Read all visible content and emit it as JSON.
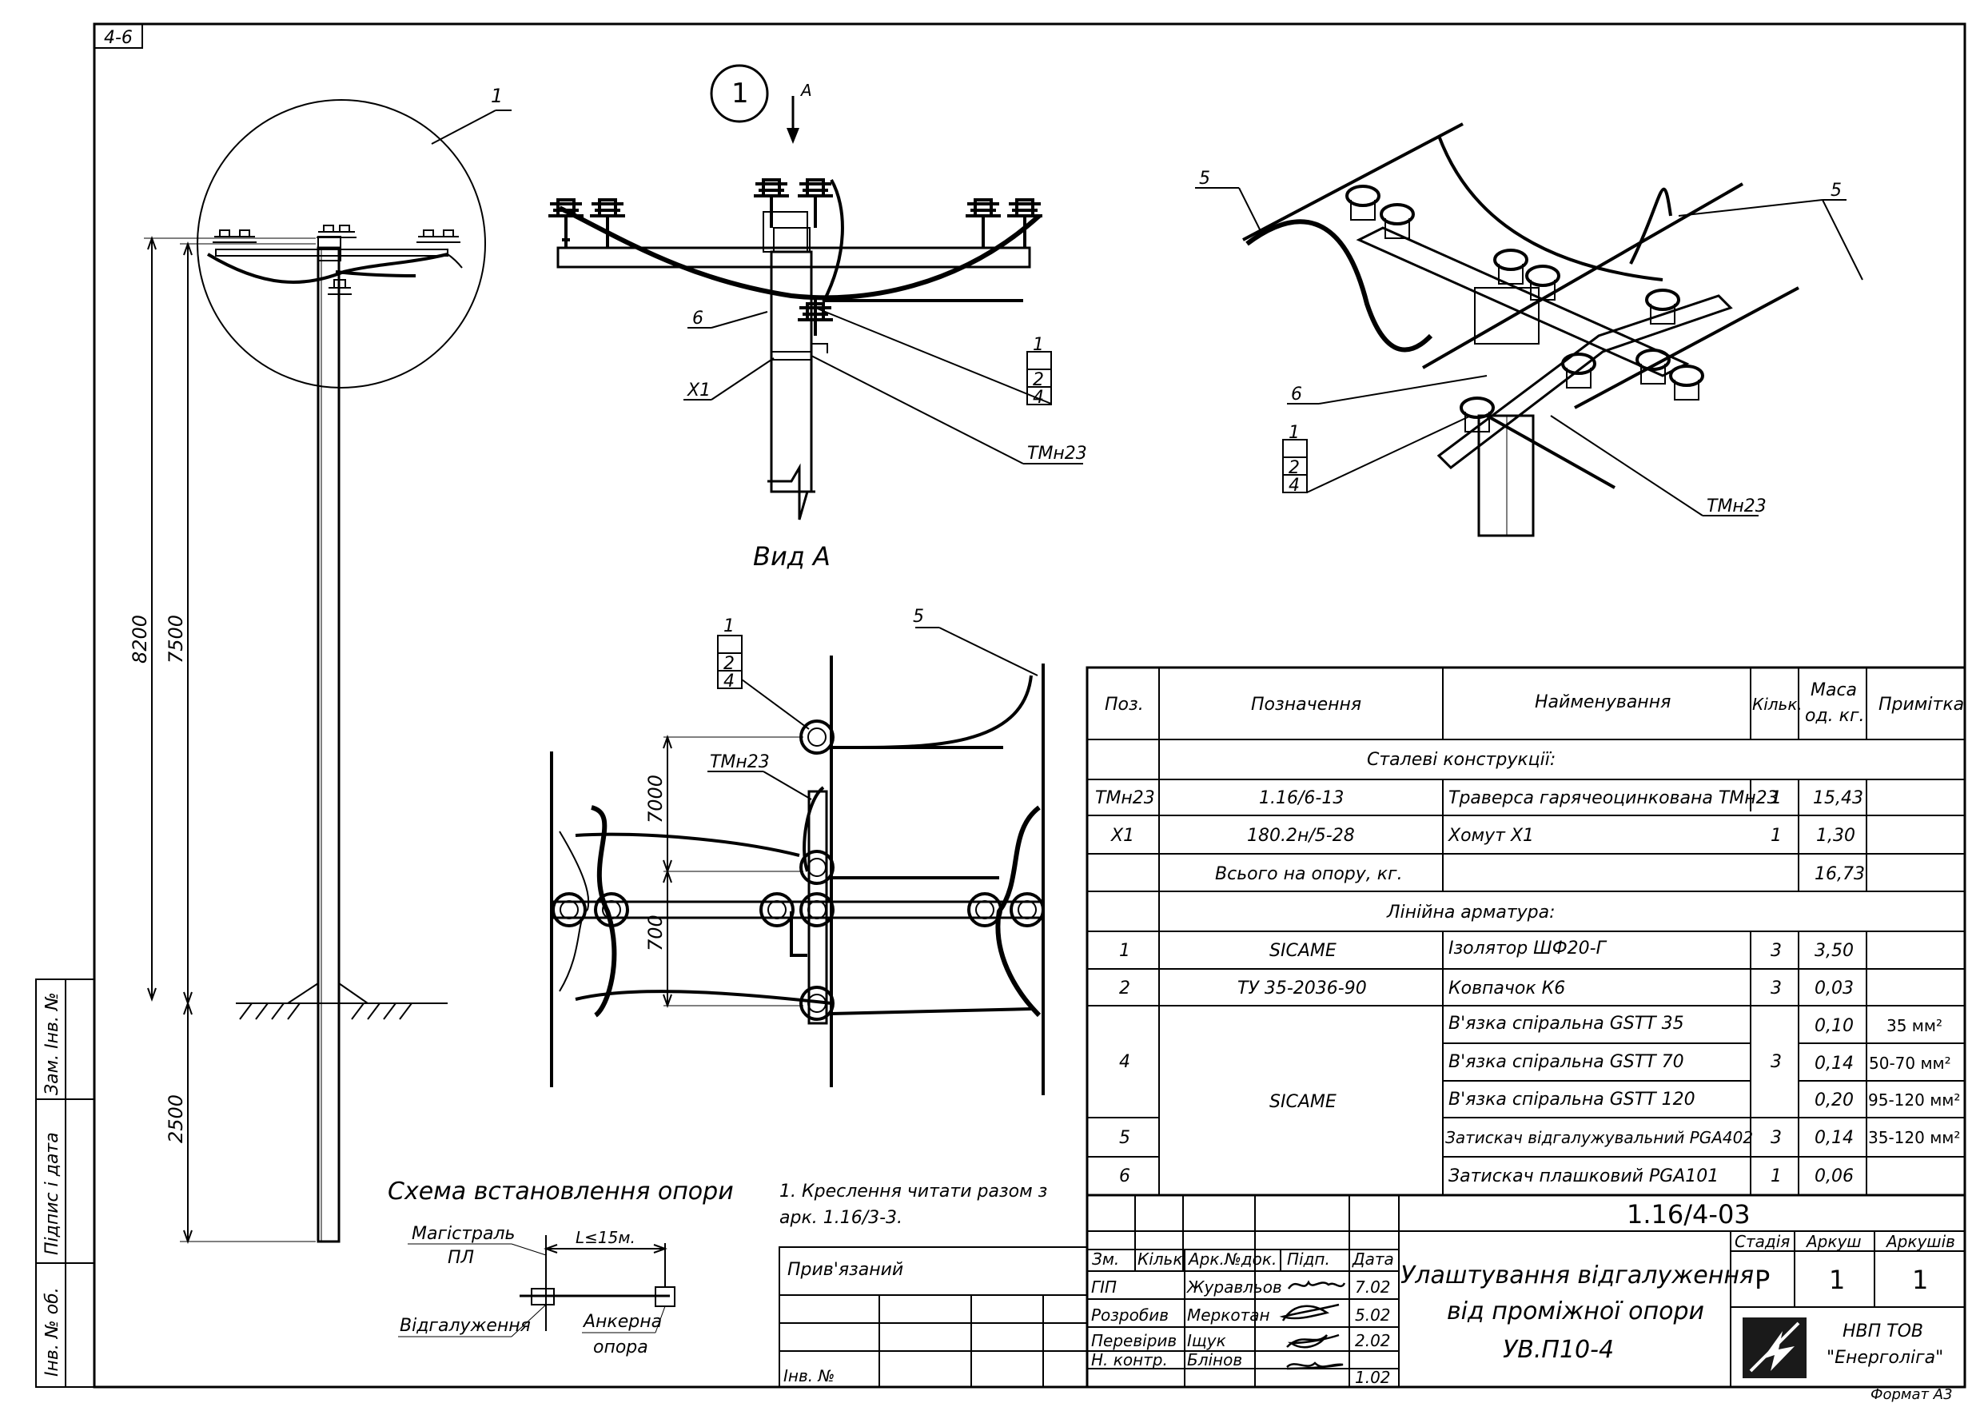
{
  "sheet": {
    "corner_code": "4-6",
    "format_label": "Формат А3"
  },
  "pole_elevation": {
    "callout_1": "1",
    "dims": [
      "8200",
      "7500",
      "2500"
    ]
  },
  "view_a": {
    "circle_label": "1",
    "arrow_label": "А",
    "title": "Вид А",
    "callouts": {
      "c6": "6",
      "cx1": "Х1",
      "stack": [
        "1",
        "2",
        "4"
      ],
      "tmn": "ТМн23"
    }
  },
  "isometric": {
    "c5_left": "5",
    "c5_right": "5",
    "c6": "6",
    "stack": [
      "1",
      "2",
      "4"
    ],
    "tmn": "ТМн23"
  },
  "plan_view": {
    "stack": [
      "1",
      "2",
      "4"
    ],
    "c5": "5",
    "tmn": "ТМн23",
    "dims": [
      "7000",
      "700"
    ]
  },
  "scheme": {
    "title": "Схема встановлення опори",
    "mainline_label_1": "Магістраль",
    "mainline_label_2": "ПЛ",
    "distance_label": "L≤15м.",
    "branch_label": "Відгалуження",
    "anchor_label_1": "Анкерна",
    "anchor_label_2": "опора"
  },
  "notes": {
    "line1": "1. Креслення читати разом з",
    "line2": "арк. 1.16/3-3."
  },
  "left_strip": {
    "labels": [
      "Зам. Інв. №",
      "Підпис і дата",
      "Інв. № об."
    ]
  },
  "spec_table": {
    "headers": [
      "Поз.",
      "Позначення",
      "Найменування",
      "Кільк.",
      "Маса од. кг.",
      "Примітка"
    ],
    "headers_two_line": {
      "mass_1": "Маса",
      "mass_2": "од. кг."
    },
    "section_steel": "Сталеві конструкції:",
    "section_line": "Лінійна арматура:",
    "total_label": "Всього на опору, кг.",
    "rows_steel": [
      {
        "pos": "ТМн23",
        "designation": "1.16/6-13",
        "name": "Траверса гарячеоцинкована ТМн23",
        "qty": "1",
        "mass": "15,43",
        "note": ""
      },
      {
        "pos": "Х1",
        "designation": "180.2н/5-28",
        "name": "Хомут Х1",
        "qty": "1",
        "mass": "1,30",
        "note": ""
      }
    ],
    "total_mass": "16,73",
    "row1": {
      "pos": "1",
      "designation": "SICAME",
      "name": "Ізолятор ШФ20-Г",
      "qty": "3",
      "mass": "3,50",
      "note": ""
    },
    "row2": {
      "pos": "2",
      "designation": "ТУ 35-2036-90",
      "name": "Ковпачок К6",
      "qty": "3",
      "mass": "0,03",
      "note": ""
    },
    "group_designation": "SICAME",
    "row4": {
      "pos": "4",
      "qty": "3",
      "items": [
        {
          "name": "В'язка спіральна GSTT 35",
          "mass": "0,10",
          "note": "35 мм²"
        },
        {
          "name": "В'язка спіральна GSTT 70",
          "mass": "0,14",
          "note": "50-70 мм²"
        },
        {
          "name": "В'язка спіральна GSTT 120",
          "mass": "0,20",
          "note": "95-120 мм²"
        }
      ]
    },
    "row5": {
      "pos": "5",
      "name": "Затискач відгалужувальний PGA402",
      "qty": "3",
      "mass": "0,14",
      "note": "35-120 мм²"
    },
    "row6": {
      "pos": "6",
      "name": "Затискач плашковий PGA101",
      "qty": "1",
      "mass": "0,06",
      "note": ""
    }
  },
  "title_block": {
    "doc_code": "1.16/4-03",
    "bound_label": "Прив'язаний",
    "inv_label": "Інв. №",
    "rev_headers": [
      "Зм.",
      "Кільк.",
      "Арк.",
      "№док.",
      "Підп.",
      "Дата"
    ],
    "people": [
      {
        "role": "ГІП",
        "name": "Журавльов",
        "date": "7.02"
      },
      {
        "role": "Розробив",
        "name": "Меркотан",
        "date": "5.02"
      },
      {
        "role": "Перевірив",
        "name": "Іщук",
        "date": "2.02"
      },
      {
        "role": "Н. контр.",
        "name": "Блінов",
        "date": "1.02"
      }
    ],
    "title_lines": [
      "Улаштування відгалуження",
      "від проміжної опори",
      "УВ.П10-4"
    ],
    "stage_headers": [
      "Стадія",
      "Аркуш",
      "Аркушів"
    ],
    "stage_values": [
      "Р",
      "1",
      "1"
    ],
    "company_lines": [
      "НВП ТОВ",
      "\"Енерголіга\""
    ]
  }
}
